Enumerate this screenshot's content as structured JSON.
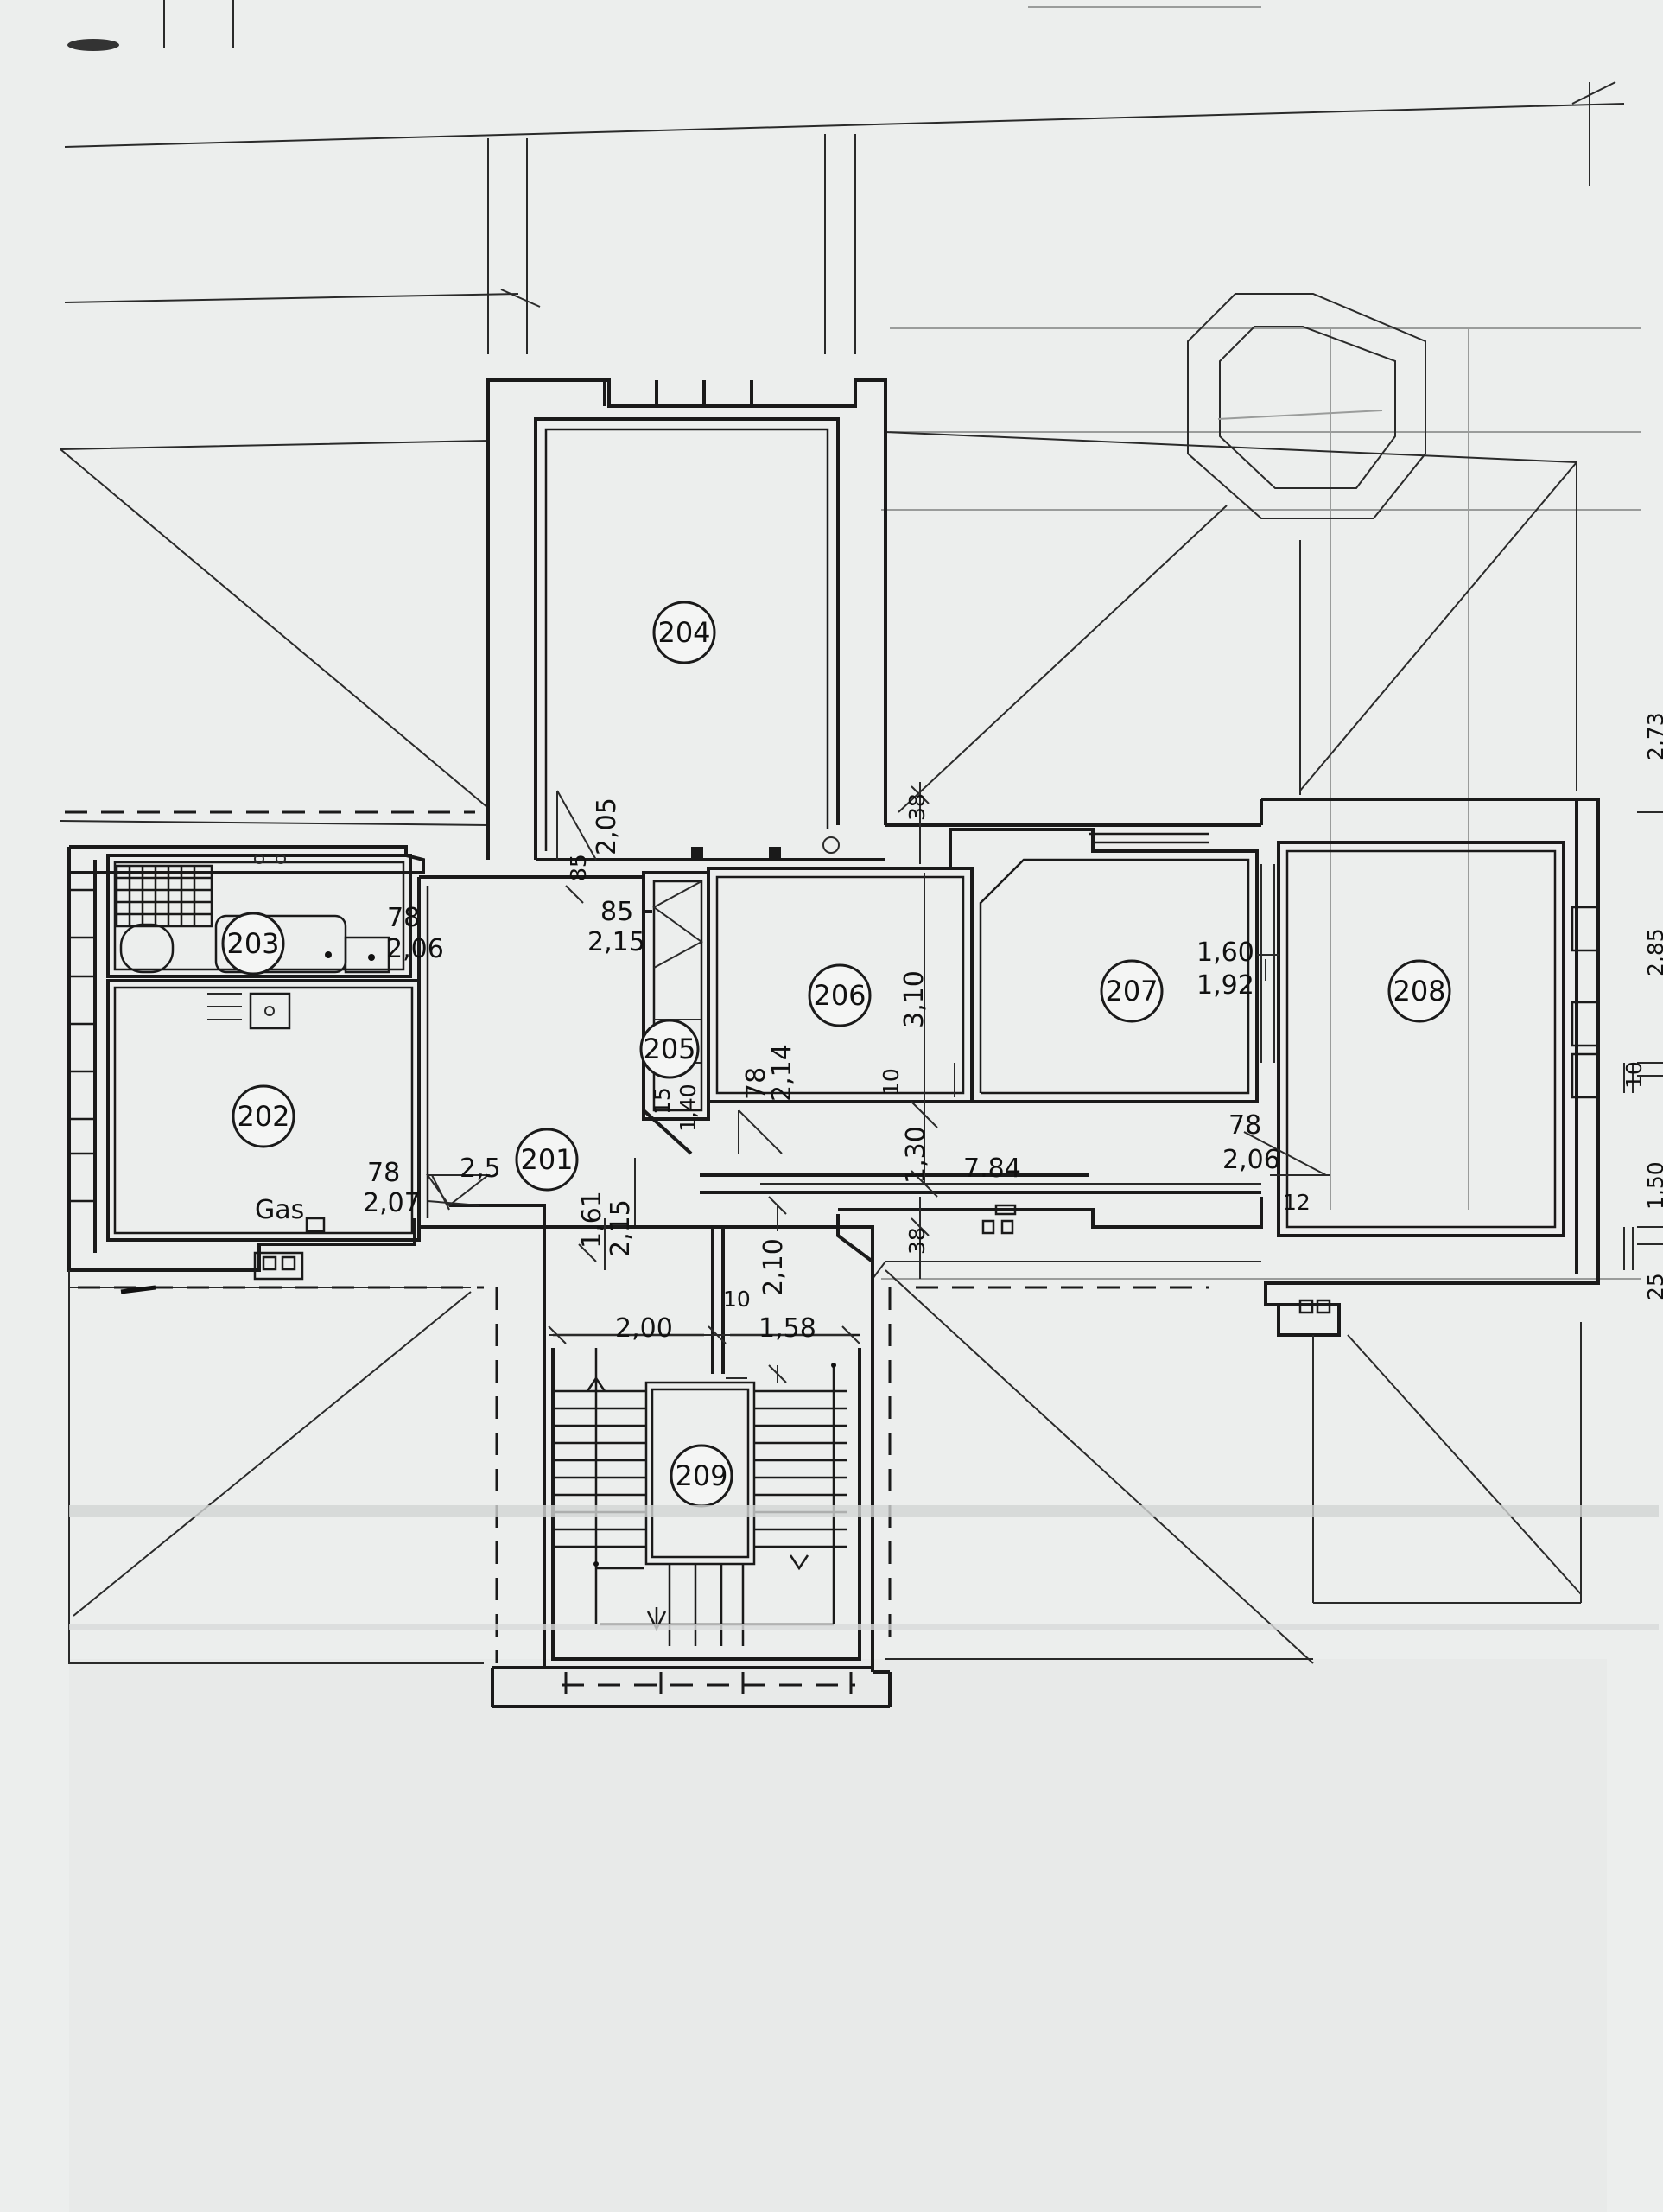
{
  "rooms": [
    {
      "id": "201"
    },
    {
      "id": "202"
    },
    {
      "id": "203"
    },
    {
      "id": "204"
    },
    {
      "id": "205"
    },
    {
      "id": "206"
    },
    {
      "id": "207"
    },
    {
      "id": "208"
    },
    {
      "id": "209"
    }
  ],
  "dimensions": {
    "d_38_upper": "38",
    "d_85_a": "85",
    "d_205_a": "2,05",
    "d_78_a": "78",
    "d_206_a": "2,06",
    "d_85_b": "85",
    "d_215_a": "2,15",
    "d_310": "3,10",
    "d_160": "1,60",
    "d_192": "1,92",
    "d_15": "15",
    "d_140": "1,40",
    "d_78_b": "78",
    "d_214": "2,14",
    "d_10_a": "10",
    "d_130": "1,30",
    "d_784": "7.84",
    "d_78_c": "78",
    "d_206_b": "2,06",
    "d_12": "12",
    "d_78_d": "78",
    "d_207": "2,07",
    "d_25": "2,5",
    "d_161": "1,61",
    "d_215_b": "2,15",
    "d_210": "2,10",
    "d_38_lower": "38",
    "d_200": "2,00",
    "d_10_b": "10",
    "d_158": "1,58",
    "d_10_right": "10",
    "d_150_right": "1,50",
    "d_25_right": "25",
    "d_285_right": "2,85",
    "d_273_right": "2,73"
  },
  "labels": {
    "gas": "Gas"
  }
}
